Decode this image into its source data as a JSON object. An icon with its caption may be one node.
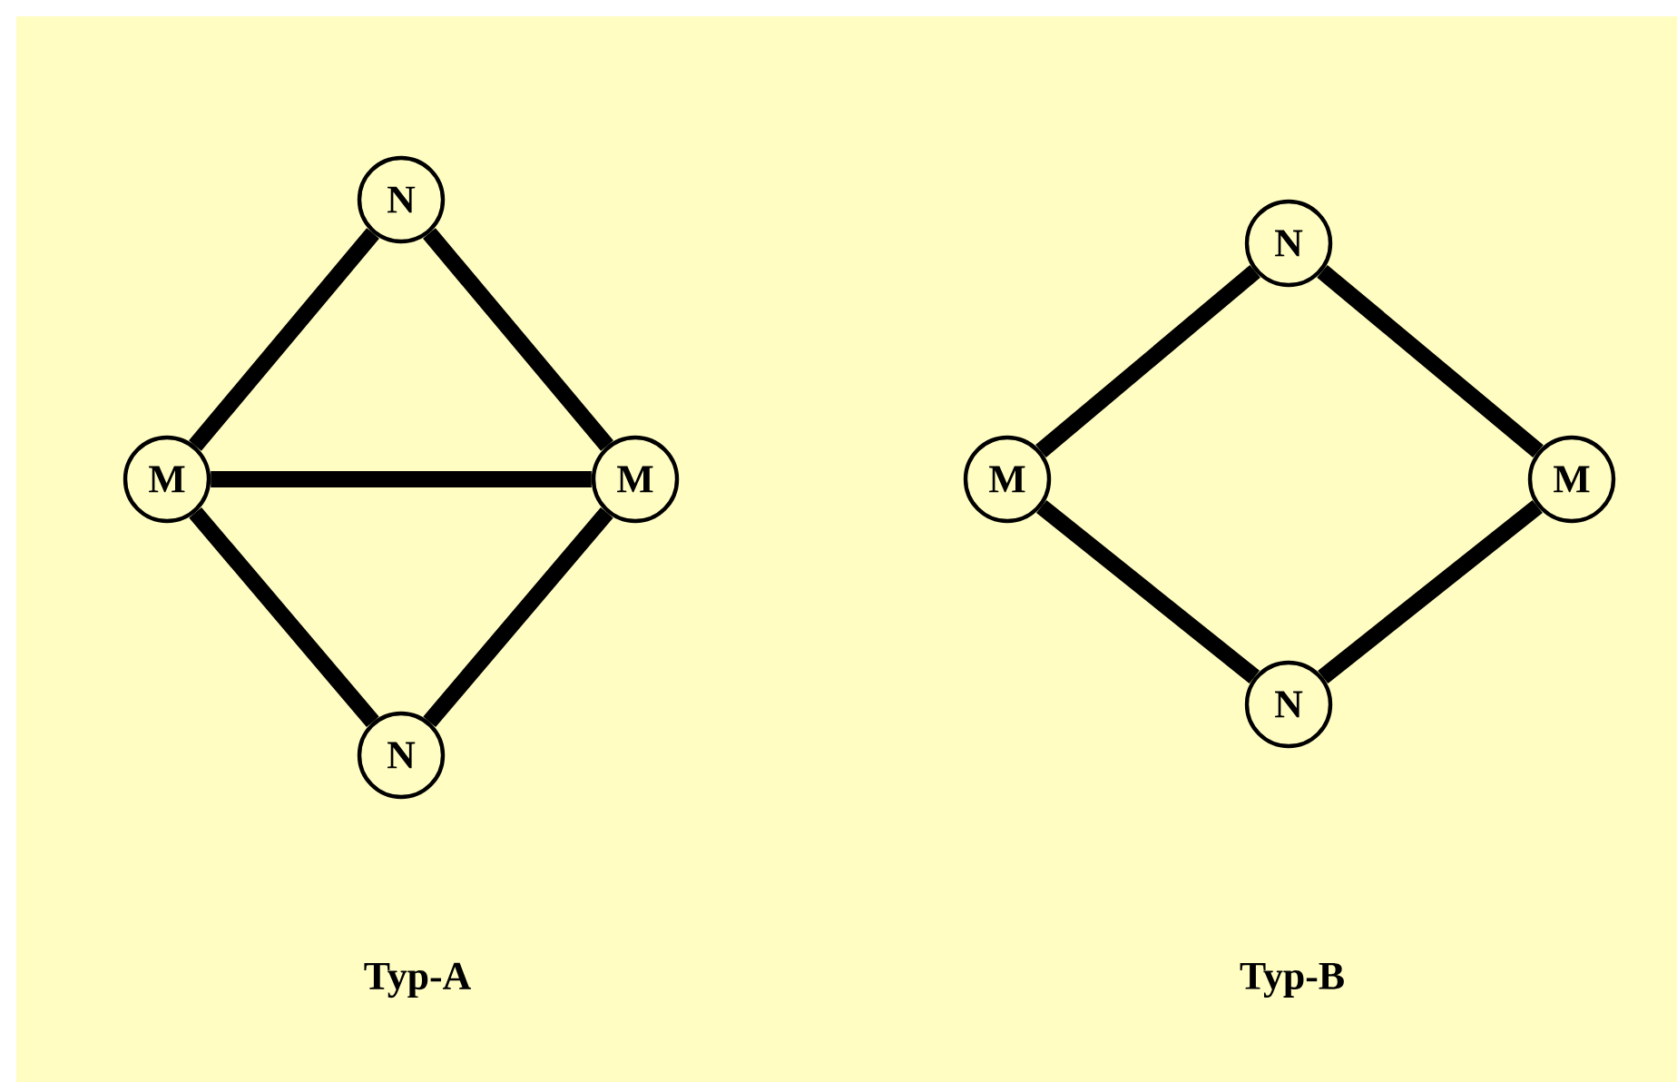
{
  "diagram": {
    "nodes": [
      {
        "text": [
          "N"
        ]
      },
      {
        "text": [
          "M"
        ]
      },
      {
        "text": [
          "M"
        ]
      },
      {
        "text": [
          "N"
        ]
      },
      {
        "text": [
          "N"
        ]
      },
      {
        "text": [
          "M"
        ]
      },
      {
        "text": [
          "M"
        ]
      },
      {
        "text": [
          "N"
        ]
      }
    ],
    "edges": [
      {
        "from": 0,
        "to": 1,
        "arrow": "none"
      },
      {
        "from": 0,
        "to": 2,
        "arrow": "none"
      },
      {
        "from": 1,
        "to": 2,
        "arrow": "none"
      },
      {
        "from": 1,
        "to": 3,
        "arrow": "none"
      },
      {
        "from": 2,
        "to": 3,
        "arrow": "none"
      },
      {
        "from": 4,
        "to": 5,
        "arrow": "none"
      },
      {
        "from": 4,
        "to": 6,
        "arrow": "none"
      },
      {
        "from": 5,
        "to": 7,
        "arrow": "none"
      },
      {
        "from": 6,
        "to": 7,
        "arrow": "none"
      }
    ],
    "labels": [
      "Typ-A",
      "Typ-B"
    ]
  }
}
